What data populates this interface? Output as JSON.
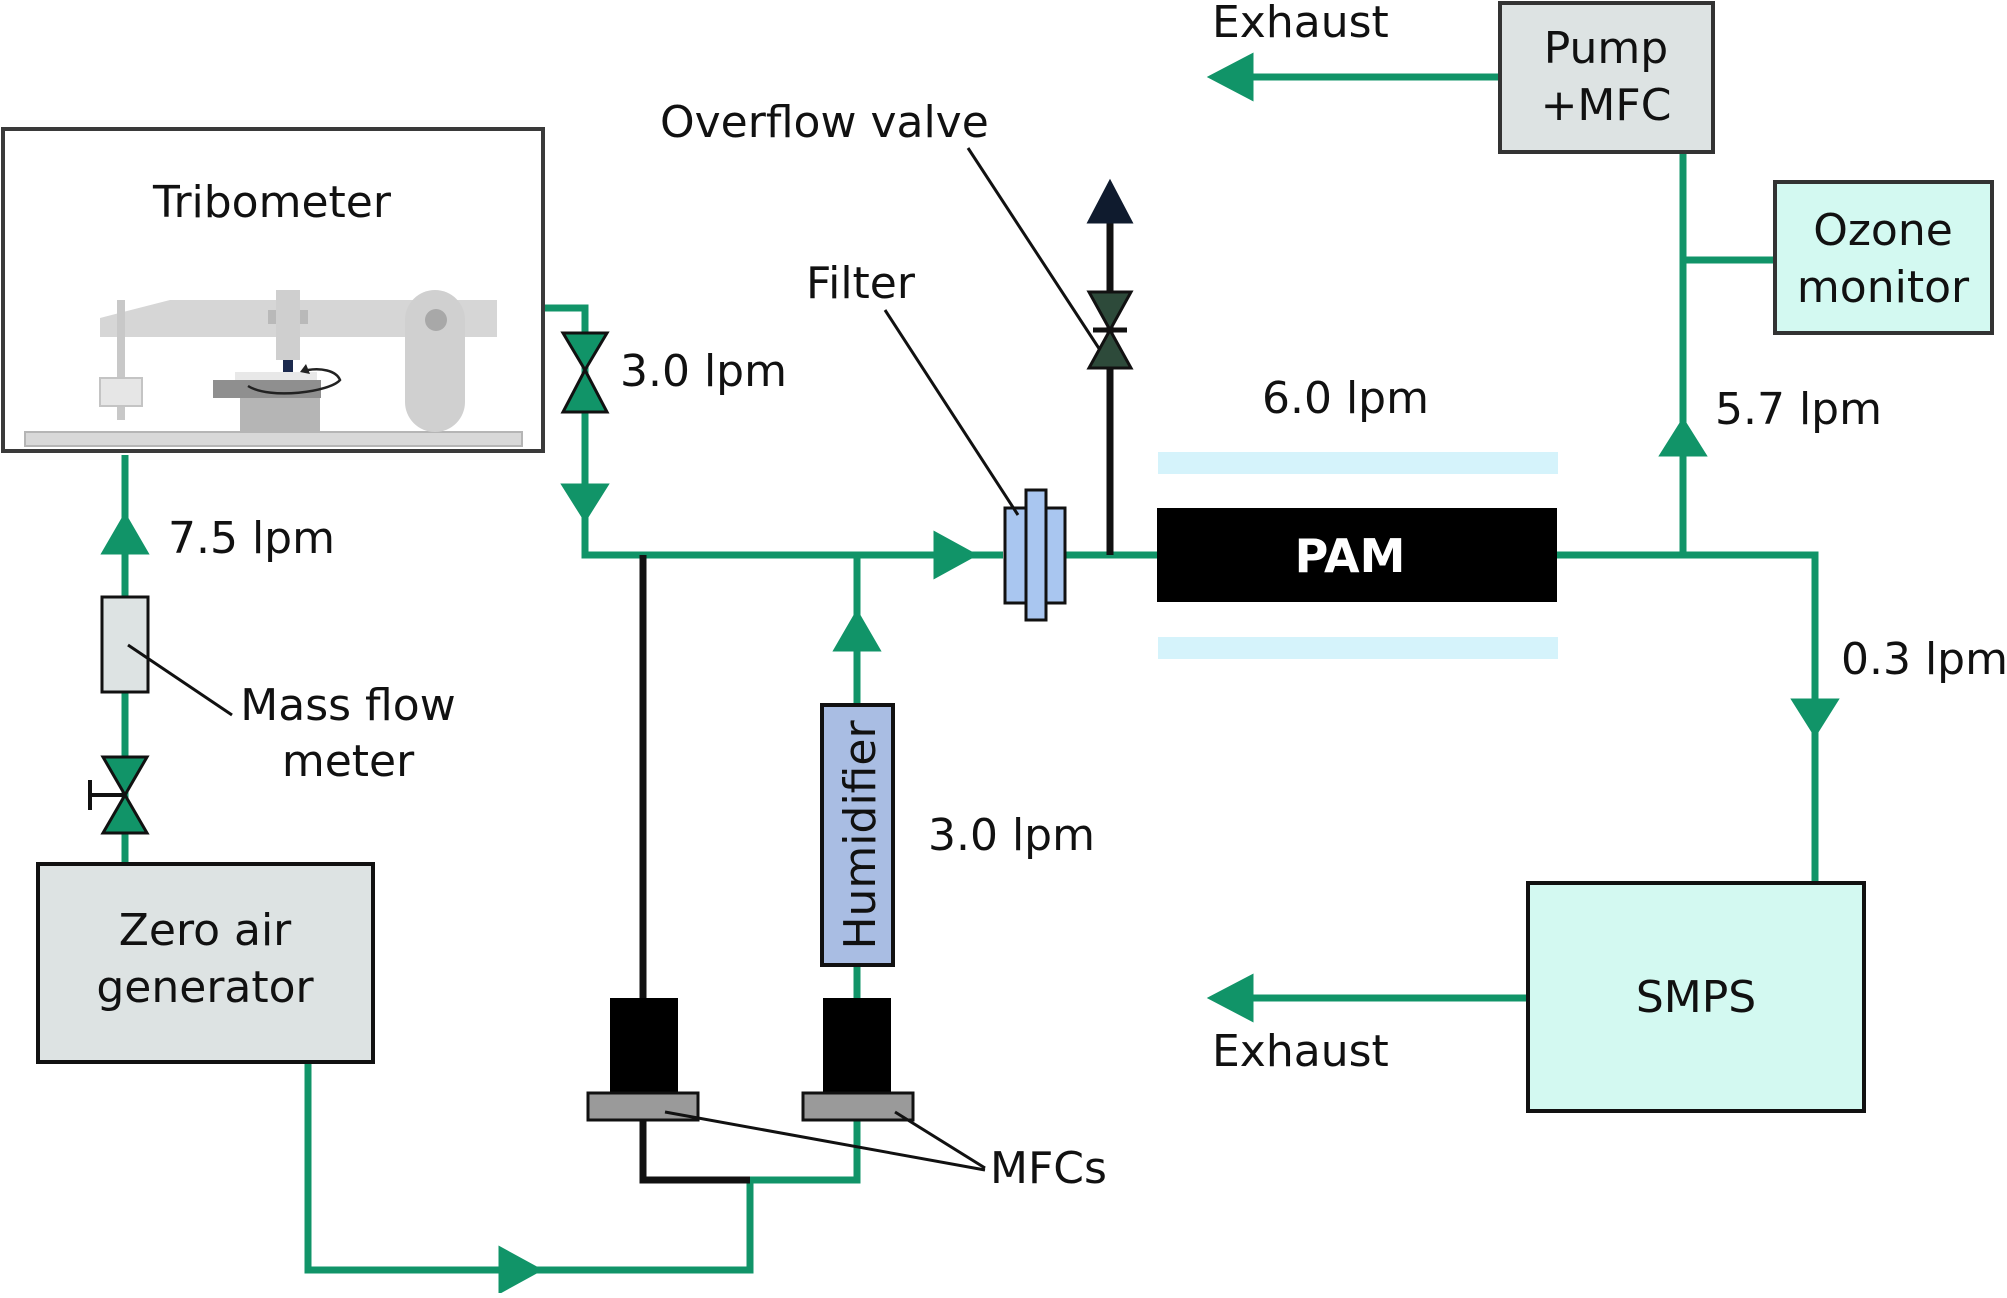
{
  "colors": {
    "flow_line": "#119468",
    "black_line": "#111111",
    "gray_box": "#dde3e3",
    "cyan_box": "#d3f9f1",
    "humidifier": "#a9bde3",
    "filter": "#a9c6f0",
    "pam_glow": "#d5f3fb",
    "valve_dark": "#2d4a3a",
    "valve_green": "#119468"
  },
  "labels": {
    "tribometer": "Tribometer",
    "exhaust_top": "Exhaust",
    "exhaust_bottom": "Exhaust",
    "pump_line1": "Pump",
    "pump_line2": "+MFC",
    "ozone_line1": "Ozone",
    "ozone_line2": "monitor",
    "overflow_valve": "Overflow valve",
    "filter": "Filter",
    "flow_tribo_out": "3.0 lpm",
    "flow_pam": "6.0 lpm",
    "flow_pump": "5.7 lpm",
    "flow_smps": "0.3 lpm",
    "flow_zero_air": "7.5 lpm",
    "flow_humidifier": "3.0 lpm",
    "mass_flow_line1": "Mass flow",
    "mass_flow_line2": "meter",
    "pam": "PAM",
    "humidifier": "Humidifier",
    "zero_air_line1": "Zero air",
    "zero_air_line2": "generator",
    "smps": "SMPS",
    "mfcs": "MFCs"
  }
}
